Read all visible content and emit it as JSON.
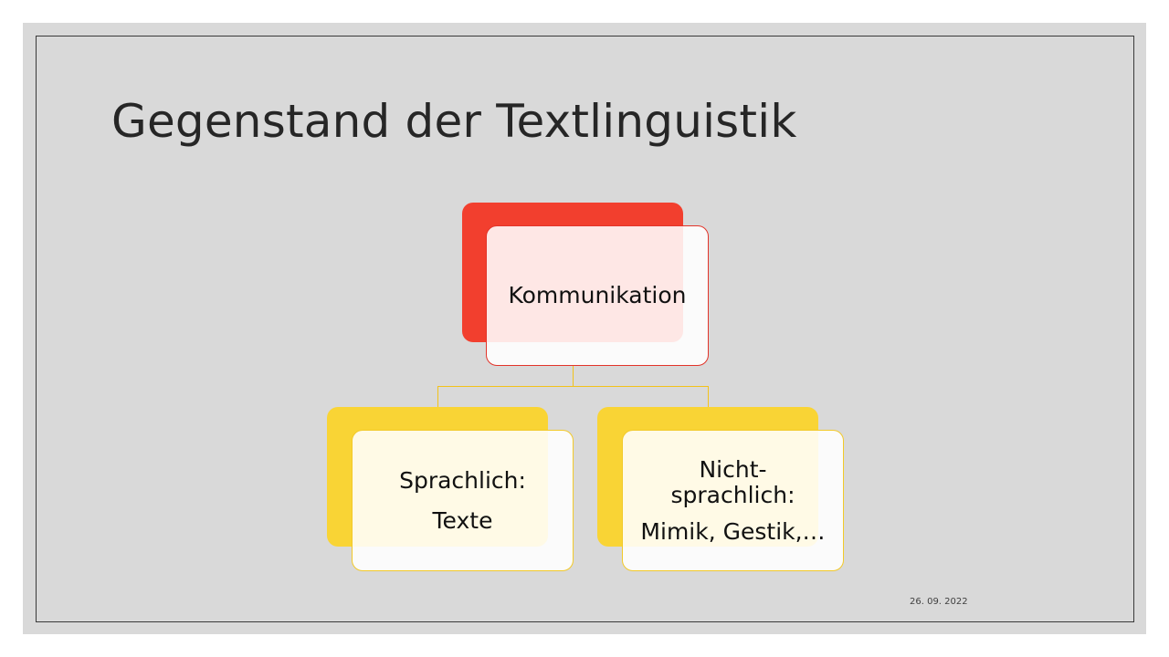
{
  "slide": {
    "title": "Gegenstand der Textlinguistik",
    "date": "26. 09. 2022"
  },
  "diagram": {
    "root": {
      "label": "Kommunikation"
    },
    "children": [
      {
        "line1": "Sprachlich:",
        "line2": "Texte"
      },
      {
        "line1": "Nicht-",
        "line2": "sprachlich:",
        "line3": "Mimik, Gestik,…"
      }
    ]
  },
  "colors": {
    "slide_background": "#d9d9d9",
    "root_accent": "#f23f2e",
    "child_accent": "#f9d435",
    "connector": "#f2c21b"
  }
}
